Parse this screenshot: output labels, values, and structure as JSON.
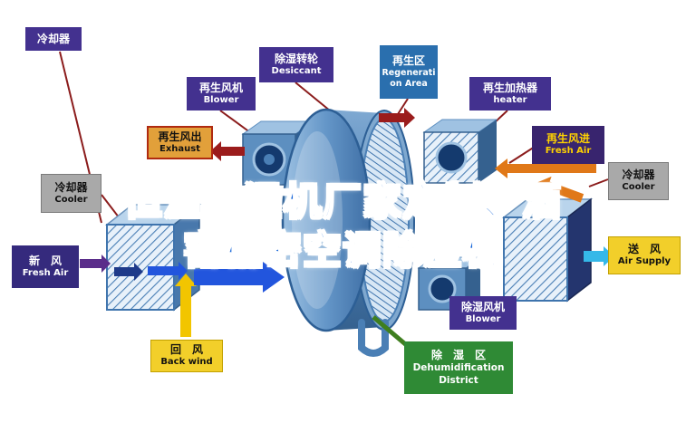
{
  "watermark": {
    "line1": "恒温恒湿机厂家定制、酒",
    "line2": "窖精密空调除湿机"
  },
  "labels": {
    "cooler_top_left": {
      "zh": "冷却器"
    },
    "regen_blower": {
      "zh": "再生风机",
      "en": "Blower"
    },
    "desiccant_wheel": {
      "zh": "除湿转轮",
      "en": "Desiccant"
    },
    "regeneration_area": {
      "zh": "再生区",
      "en": "Regeneration Area"
    },
    "regen_heater": {
      "zh": "再生加热器",
      "en": "heater"
    },
    "regen_air_out": {
      "zh": "再生风出",
      "en": "Exhaust"
    },
    "regen_air_in": {
      "zh": "再生风进",
      "en": "Fresh Air"
    },
    "cooler_left": {
      "zh": "冷却器",
      "en": "Cooler"
    },
    "cooler_right": {
      "zh": "冷却器",
      "en": "Cooler"
    },
    "fresh_air": {
      "zh": "新　风",
      "en": "Fresh Air"
    },
    "air_supply": {
      "zh": "送　风",
      "en": "Air Supply"
    },
    "back_wind": {
      "zh": "回　风",
      "en": "Back wind"
    },
    "dehumid_blower": {
      "zh": "除湿风机",
      "en": "Blower"
    },
    "dehumid_district": {
      "zh": "除　湿　区",
      "en": "Dehumidification District"
    }
  },
  "colors": {
    "label_purple": "#43318f",
    "label_blue": "#2a6fae",
    "label_green": "#2f8a35",
    "label_yellow": "#f2cf2a",
    "label_gray": "#a9a9a9",
    "wheel_blue": "#4d80b4",
    "arrow_dark_red": "#9b1c1c",
    "arrow_orange": "#e07818",
    "arrow_yellow": "#f2c500",
    "arrow_blue": "#2255dd",
    "arrow_navy": "#1e3a8a",
    "arrow_purple": "#5a2d8a",
    "arrow_cyan": "#35b8e8",
    "arrow_green": "#3f7f1f",
    "watermark_blue": "#1565d8"
  }
}
